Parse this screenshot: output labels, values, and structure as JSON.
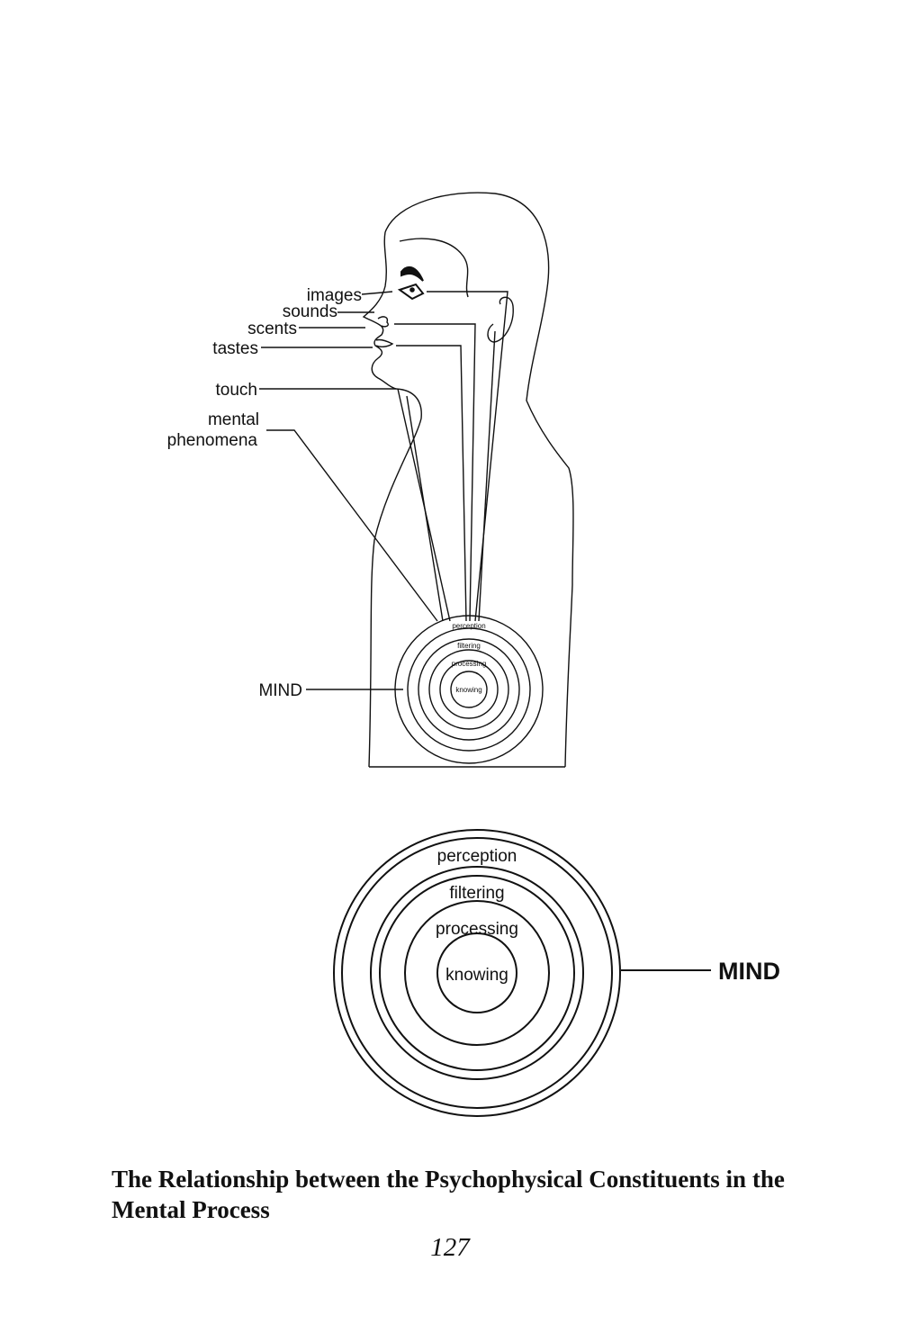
{
  "figure": {
    "senses": {
      "images": "images",
      "sounds": "sounds",
      "scents": "scents",
      "tastes": "tastes",
      "touch": "touch",
      "mental_line1": "mental",
      "mental_line2": "phenomena"
    },
    "mind_label": "MIND",
    "layers": [
      "perception",
      "filtering",
      "processing",
      "knowing"
    ]
  },
  "detail": {
    "layers": [
      "perception",
      "filtering",
      "processing",
      "knowing"
    ],
    "mind_label": "MIND"
  },
  "caption": "The Relationship between the Psychophysical Constituents in the Mental Process",
  "page_number": "127"
}
